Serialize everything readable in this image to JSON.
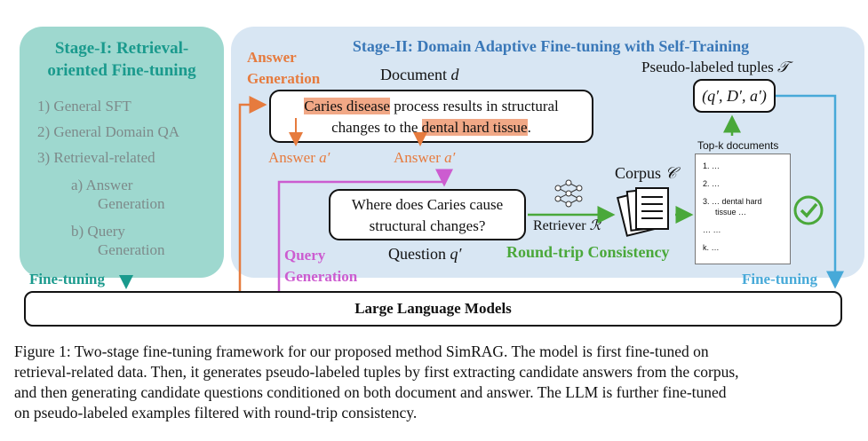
{
  "stage1": {
    "title_line1": "Stage-I: Retrieval-",
    "title_line2": "oriented Fine-tuning",
    "items": [
      "1)  General SFT",
      "2)  General Domain QA",
      "3)  Retrieval-related"
    ],
    "subitems": [
      {
        "label_line1": "a)  Answer",
        "label_line2": "Generation"
      },
      {
        "label_line1": "b)  Query",
        "label_line2": "Generation"
      }
    ]
  },
  "stage2": {
    "title": "Stage-II: Domain Adaptive Fine-tuning with Self-Training",
    "answer_generation_line1": "Answer",
    "answer_generation_line2": "Generation",
    "document_label": "Document",
    "document_symbol": "d",
    "doc_text_highlight1": "Caries disease",
    "doc_text_part1": " process results in structural",
    "doc_text_part2": "changes to the ",
    "doc_text_highlight2": "dental hard tissue",
    "doc_text_part3": ".",
    "answer_label": "Answer",
    "answer_symbol": "a′",
    "question_text_line1": "Where does Caries cause",
    "question_text_line2": "structural changes?",
    "question_label": "Question",
    "question_symbol": "q′",
    "query_generation_line1": "Query",
    "query_generation_line2": "Generation",
    "retriever_label": "Retriever",
    "retriever_symbol": "ℛ",
    "corpus_label": "Corpus",
    "corpus_symbol": "𝒞",
    "pseudo_label": "Pseudo-labeled tuples",
    "pseudo_symbol": "𝒯",
    "tuple_text": "(q′, D′, a′)",
    "topk_label": "Top-k documents",
    "topk_items": [
      "1.  …",
      "2.  …",
      "3.  … dental hard",
      "tissue …",
      "…  …",
      "k.  …"
    ],
    "roundtrip_label": "Round-trip Consistency"
  },
  "finetuning_left": "Fine-tuning",
  "finetuning_right": "Fine-tuning",
  "llm_label": "Large Language Models",
  "caption": [
    "Figure 1: Two-stage fine-tuning framework for our proposed method SimRAG. The model is first fine-tuned on",
    "retrieval-related data. Then, it generates pseudo-labeled tuples by first extracting candidate answers from the corpus,",
    "and then generating candidate questions conditioned on both document and answer. The LLM is further fine-tuned",
    "on pseudo-labeled examples filtered with round-trip consistency."
  ],
  "colors": {
    "stage1_bg": "#9ed8cf",
    "stage2_bg": "#d8e6f3",
    "teal": "#1a9a8d",
    "orange": "#e67b3e",
    "pink": "#cc5cd0",
    "green": "#4aa83a",
    "blue": "#47a9d8",
    "highlight": "#f1a886"
  }
}
